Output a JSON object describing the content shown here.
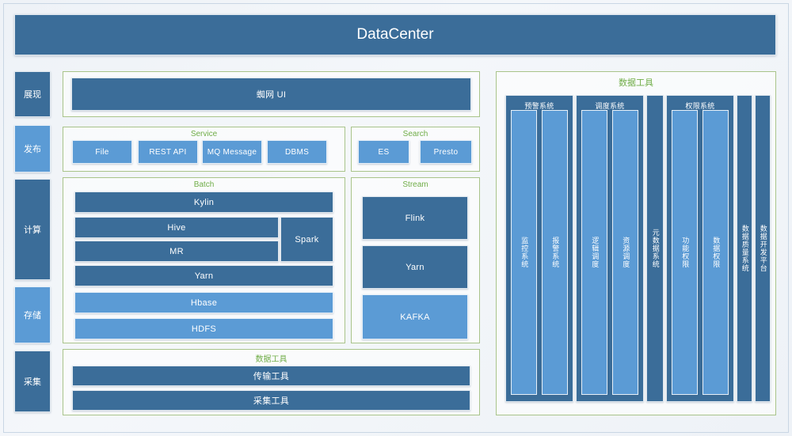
{
  "header": {
    "title": "DataCenter"
  },
  "sidebar": {
    "items": [
      {
        "label": "展现",
        "tone": "dark"
      },
      {
        "label": "发布",
        "tone": "light"
      },
      {
        "label": "计算",
        "tone": "dark"
      },
      {
        "label": "存储",
        "tone": "light"
      },
      {
        "label": "采集",
        "tone": "dark"
      }
    ]
  },
  "presentation": {
    "ui_label": "蜘网 UI"
  },
  "service": {
    "title": "Service",
    "items": [
      "File",
      "REST API",
      "MQ Message",
      "DBMS"
    ]
  },
  "search": {
    "title": "Search",
    "items": [
      "ES",
      "Presto"
    ]
  },
  "batch": {
    "title": "Batch",
    "kylin": "Kylin",
    "hive": "Hive",
    "mr": "MR",
    "spark": "Spark",
    "yarn": "Yarn",
    "hbase": "Hbase",
    "hdfs": "HDFS"
  },
  "stream": {
    "title": "Stream",
    "items": [
      "Flink",
      "Yarn",
      "KAFKA"
    ]
  },
  "data_tools_bottom": {
    "title": "数据工具",
    "items": [
      "传输工具",
      "采集工具"
    ]
  },
  "data_tools_right": {
    "title": "数据工具",
    "groups": [
      {
        "header": "预警系统",
        "children": [
          "监控系统",
          "报警系统"
        ]
      },
      {
        "header": "调度系统",
        "children": [
          "逻辑调度",
          "资源调度"
        ]
      },
      {
        "header": "权限系统",
        "children": [
          "功能权限",
          "数据权限"
        ]
      }
    ],
    "standalone": [
      "元数据系统",
      "数据质量系统",
      "数据开发平台"
    ]
  },
  "colors": {
    "dark_blue": "#3b6d99",
    "light_blue": "#5b9bd5",
    "group_border": "#a9c48a",
    "group_title": "#70ad47",
    "page_bg": "#eef2f7"
  }
}
